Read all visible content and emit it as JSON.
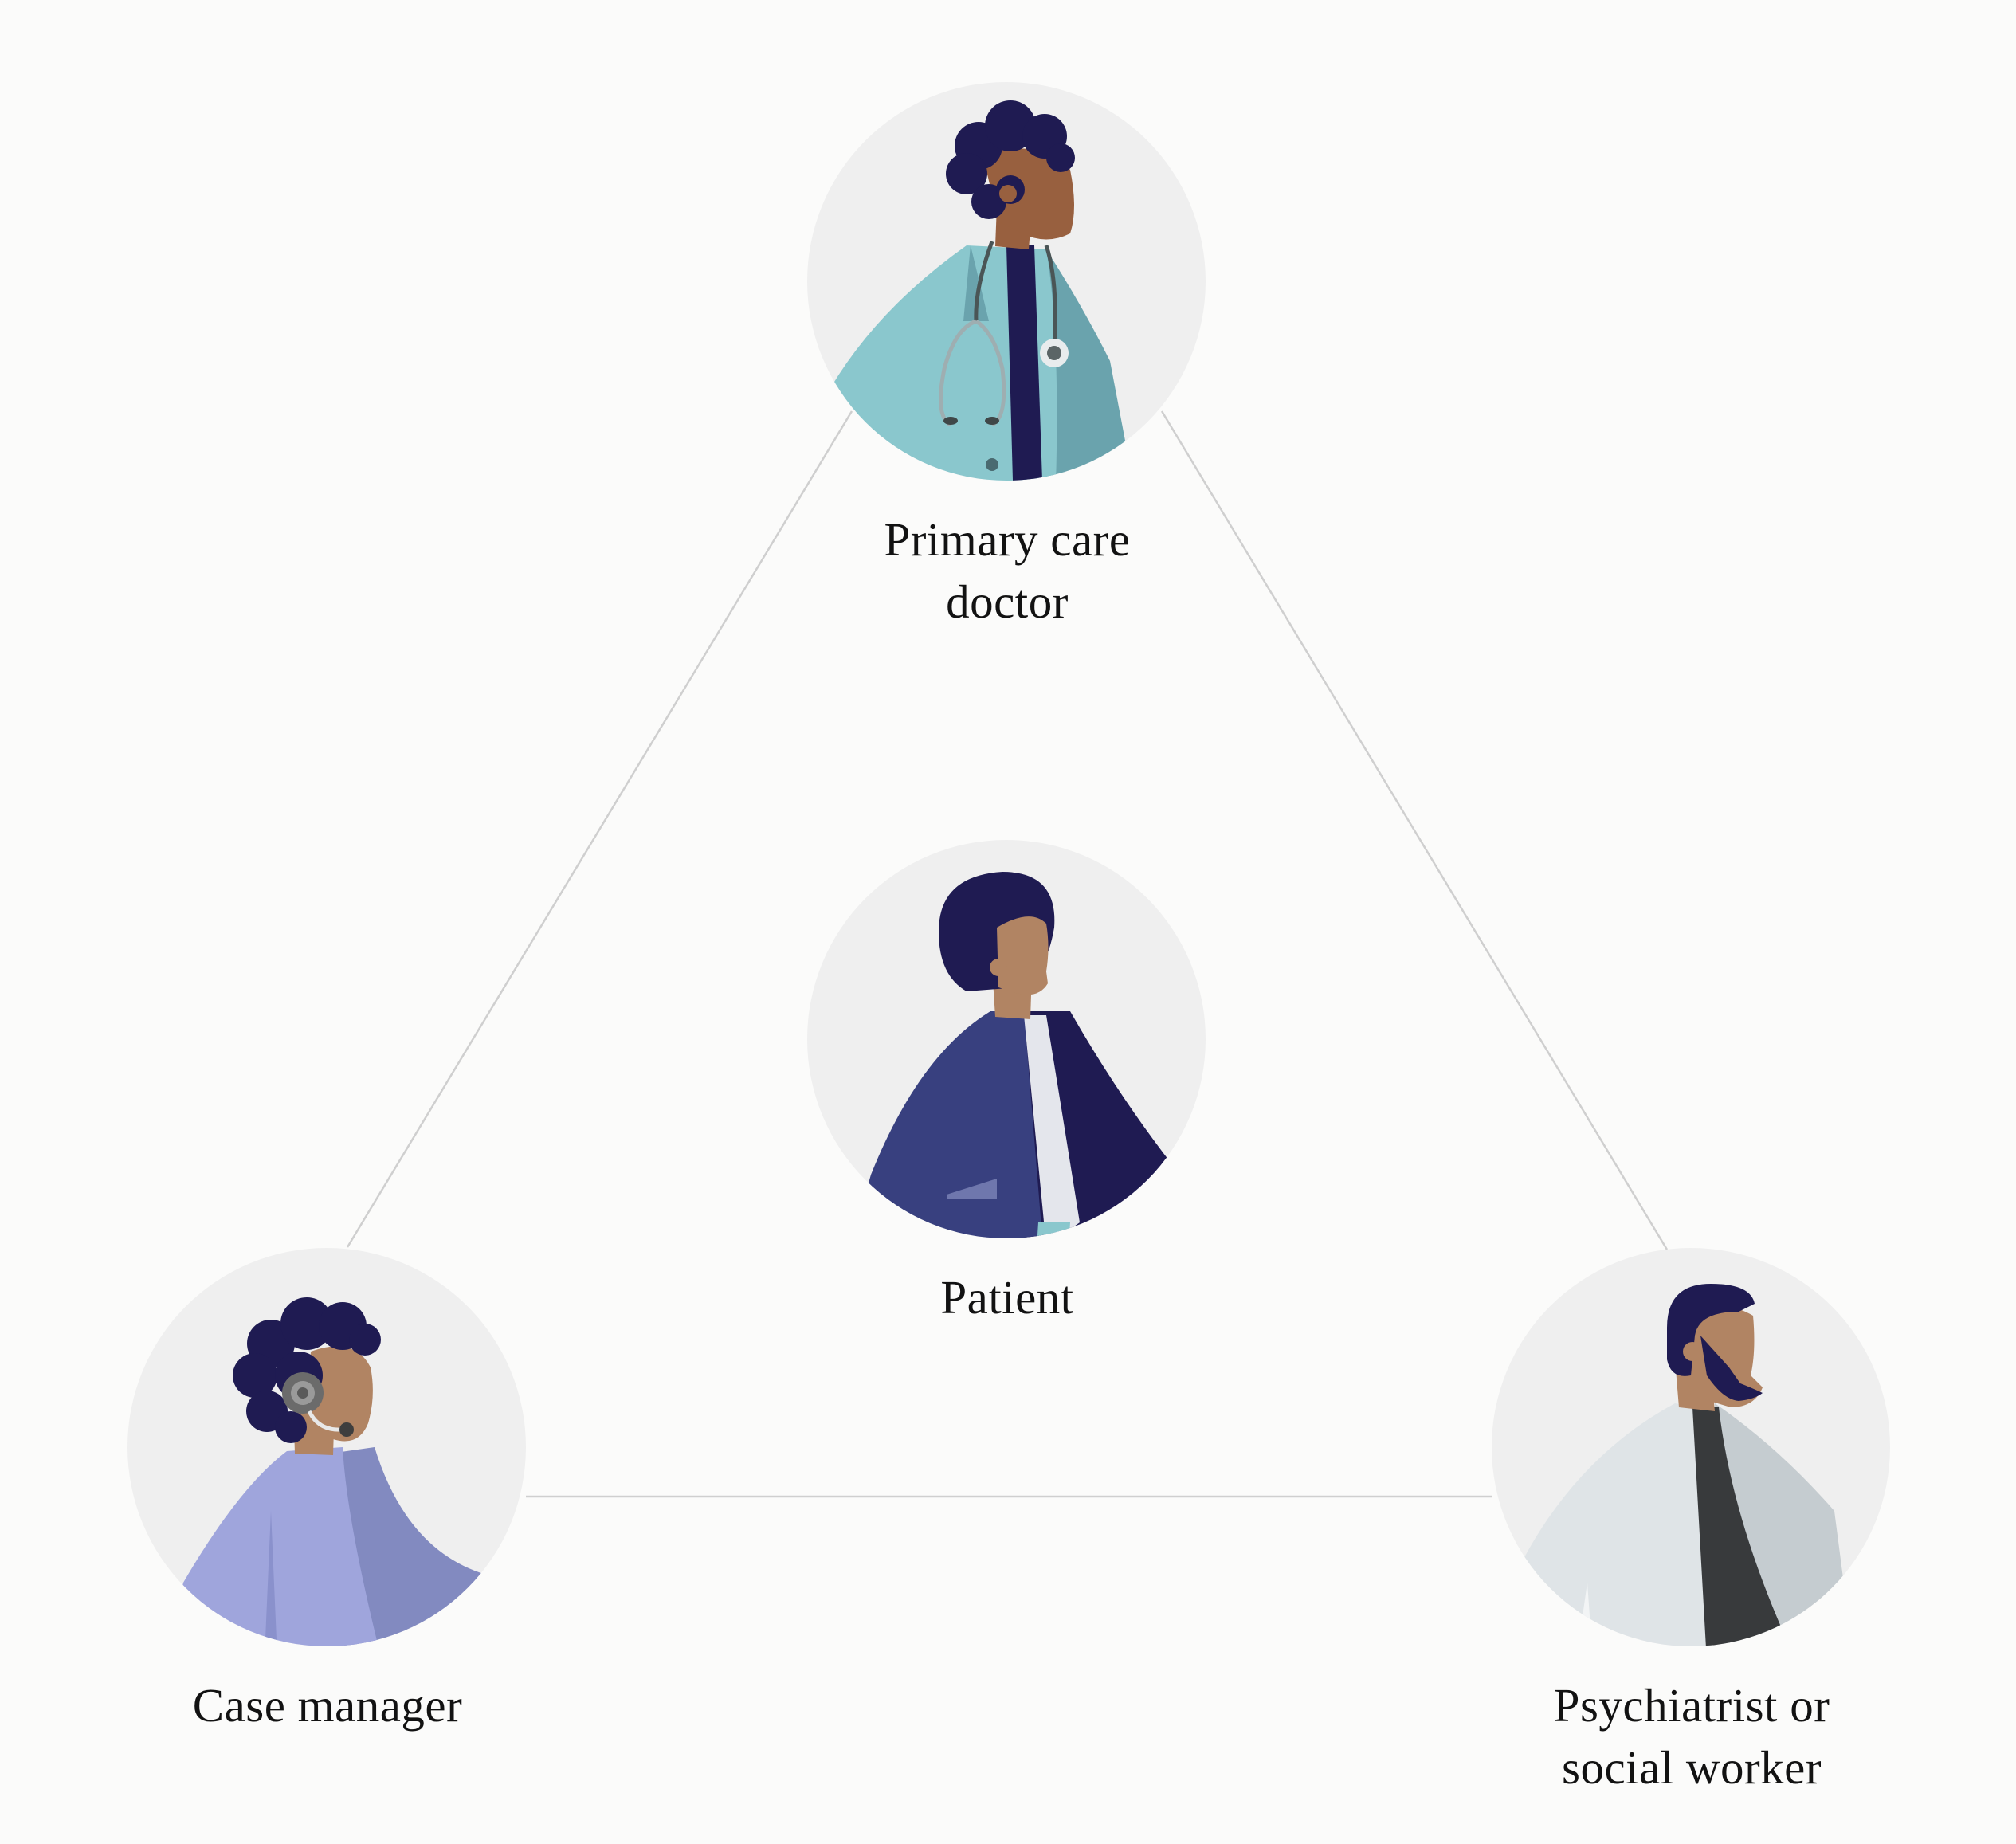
{
  "nodes": {
    "primary_care": {
      "label_line1": "Primary care",
      "label_line2": "doctor",
      "illustration": "doctor-with-stethoscope-icon"
    },
    "patient": {
      "label": "Patient",
      "illustration": "patient-icon"
    },
    "case_manager": {
      "label": "Case manager",
      "illustration": "case-manager-headset-icon"
    },
    "psychiatrist": {
      "label_line1": "Psychiatrist or",
      "label_line2": "social worker",
      "illustration": "psychiatrist-icon"
    }
  },
  "colors": {
    "background": "#fbfbfa",
    "circle_fill": "#efefef",
    "connector_line": "#cfcfcf",
    "hair_navy": "#1f1b52",
    "skin_dark": "#98603f",
    "skin_medium": "#b18463",
    "scrubs_teal": "#8ac7cd",
    "jacket_blue": "#38407f",
    "shirt_lavender": "#9fa5dc",
    "coat_white": "#dfe4e7",
    "shirt_charcoal": "#383a3c"
  }
}
